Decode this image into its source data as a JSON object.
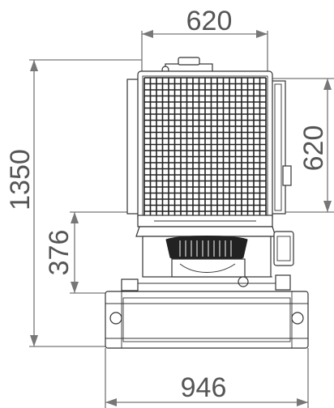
{
  "dimensions": {
    "top_width": "620",
    "side_height": "620",
    "total_height": "1350",
    "base_height": "376",
    "base_width": "946"
  }
}
